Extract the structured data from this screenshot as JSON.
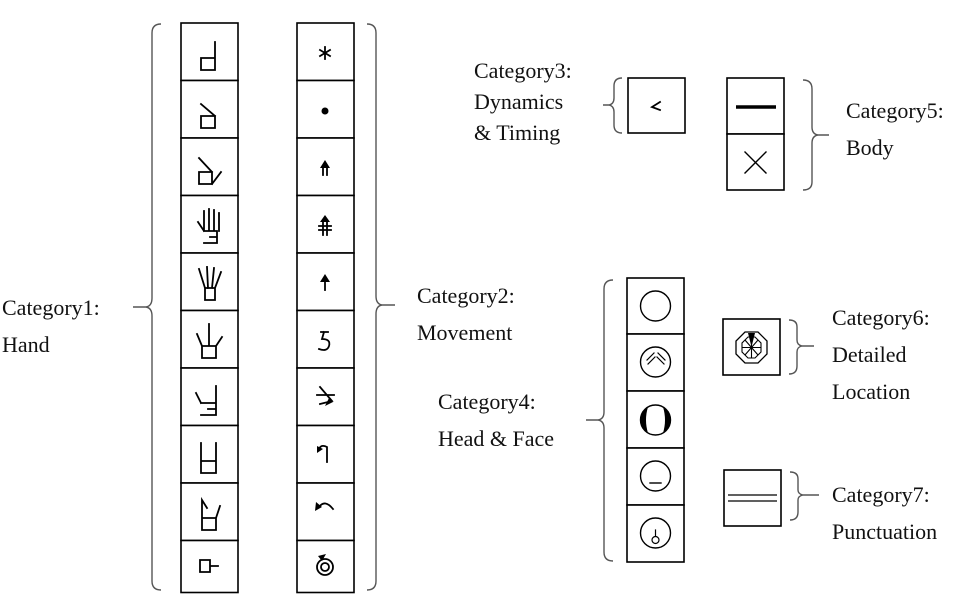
{
  "categories": [
    {
      "id": "cat1",
      "lines": [
        "Category1:",
        "Hand"
      ],
      "symbols": [
        "hand-flat-icon",
        "hand-bent-icon",
        "hand-angled-icon",
        "hand-fingers-icon",
        "hand-spread-icon",
        "hand-index-icon",
        "hand-open-icon",
        "hand-cup-icon",
        "hand-claw-icon",
        "hand-side-icon"
      ]
    },
    {
      "id": "cat2",
      "lines": [
        "Category2:",
        "Movement"
      ],
      "symbols": [
        "contact-star-icon",
        "contact-dot-icon",
        "arrow-up-small-icon",
        "arrow-up-double-icon",
        "arrow-up-icon",
        "curve-arrow-icon",
        "diagonal-arrow-icon",
        "hook-arrow-icon",
        "arc-arrow-icon",
        "circle-arrow-icon"
      ]
    },
    {
      "id": "cat3",
      "lines": [
        "Category3:",
        "Dynamics",
        "& Timing"
      ],
      "symbols": [
        "dynamics-tick-icon"
      ]
    },
    {
      "id": "cat4",
      "lines": [
        "Category4:",
        "Head & Face"
      ],
      "symbols": [
        "head-circle-icon",
        "head-eyebrows-icon",
        "head-ears-icon",
        "head-mouth-icon",
        "head-chin-icon"
      ]
    },
    {
      "id": "cat5",
      "lines": [
        "Category5:",
        "Body"
      ],
      "symbols": [
        "body-line-icon",
        "body-cross-icon"
      ]
    },
    {
      "id": "cat6",
      "lines": [
        "Category6:",
        "Detailed",
        "Location"
      ],
      "symbols": [
        "location-octagon-icon"
      ]
    },
    {
      "id": "cat7",
      "lines": [
        "Category7:",
        "Punctuation"
      ],
      "symbols": [
        "punctuation-double-line-icon"
      ]
    }
  ]
}
